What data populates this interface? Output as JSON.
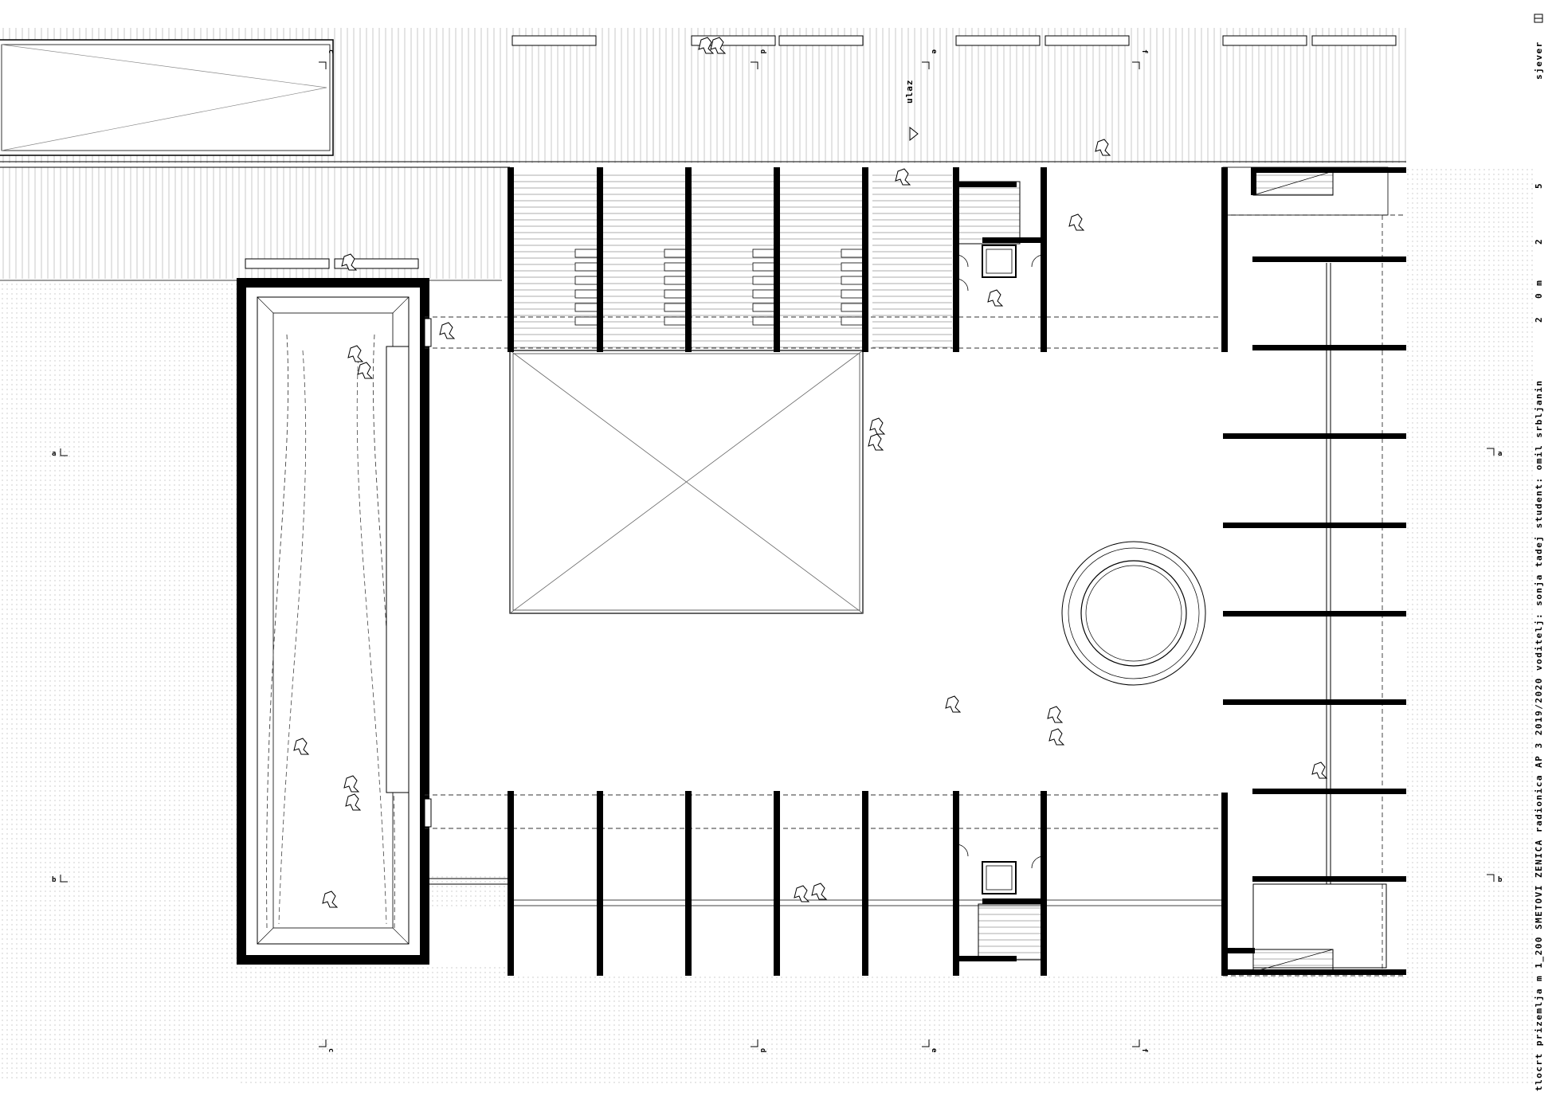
{
  "title_block": {
    "text": "tlocrt prizemlja  m 1_200  SMETOVI ZENICA  radionica AP 3  2019/2020  voditelj: sonja tadej  student: omil srbljanin"
  },
  "scale_bar": {
    "labels": [
      "5",
      "2",
      "0 m",
      "2"
    ]
  },
  "north": {
    "label": "sjever"
  },
  "entrance": {
    "label": "ulaz"
  },
  "section_marks": {
    "a": "a",
    "b": "b",
    "c": "c",
    "d": "d",
    "e": "e",
    "f": "f"
  },
  "colors": {
    "wall": "#000000",
    "line": "#000000",
    "thin_line": "#555555",
    "background": "#ffffff",
    "ground_dots": "#c9c9c9"
  },
  "icons": [
    "north-arrow-icon",
    "entrance-triangle-icon",
    "person-figure-icon",
    "section-cut-icon"
  ]
}
